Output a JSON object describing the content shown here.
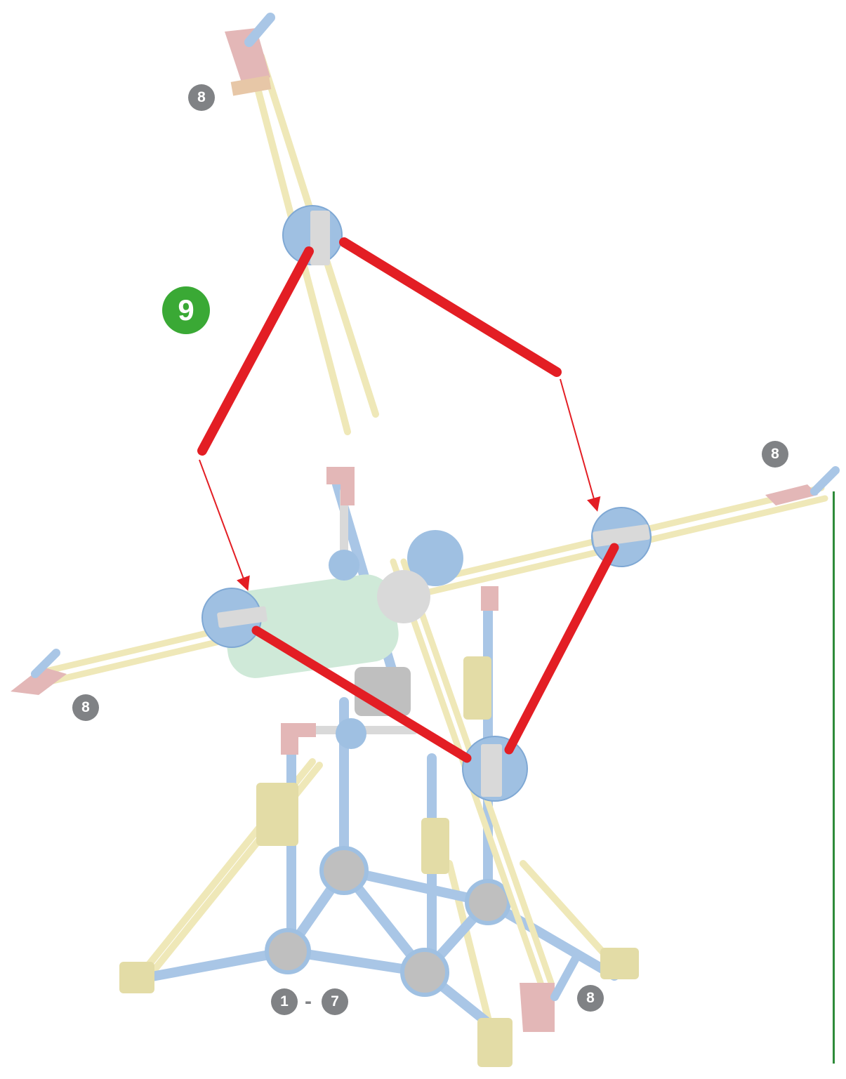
{
  "step": {
    "number": "9",
    "color": "#3aa935"
  },
  "sub_step_labels": [
    "8",
    "8",
    "8",
    "8"
  ],
  "range_label": {
    "from": "1",
    "separator": "-",
    "to": "7"
  },
  "colors": {
    "rod_red": "#e31e24",
    "rod_yellow": "#efe8b8",
    "rod_blue": "#a9c6e6",
    "rod_grey": "#d9d9d9",
    "connector_blue": "#9fc0e2",
    "connector_yellow": "#e3dca6",
    "connector_grey": "#bfbfbf",
    "clip_pink": "#e3b7b7",
    "motor_green": "#cfe9d8",
    "badge_grey": "#808285",
    "arrow_red": "#e31e24",
    "rule_green": "#2e8b3a"
  }
}
